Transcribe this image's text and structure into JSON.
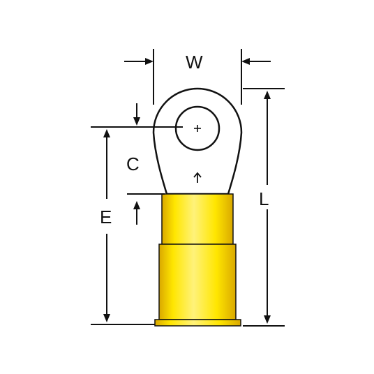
{
  "diagram": {
    "labels": {
      "width": "W",
      "length": "L",
      "c": "C",
      "e": "E"
    },
    "colors": {
      "insulation": "#ffe600",
      "insulation_shade": "#d9a800",
      "insulation_highlight": "#fff27a",
      "line": "#111111",
      "ring": "#ffffff"
    }
  }
}
